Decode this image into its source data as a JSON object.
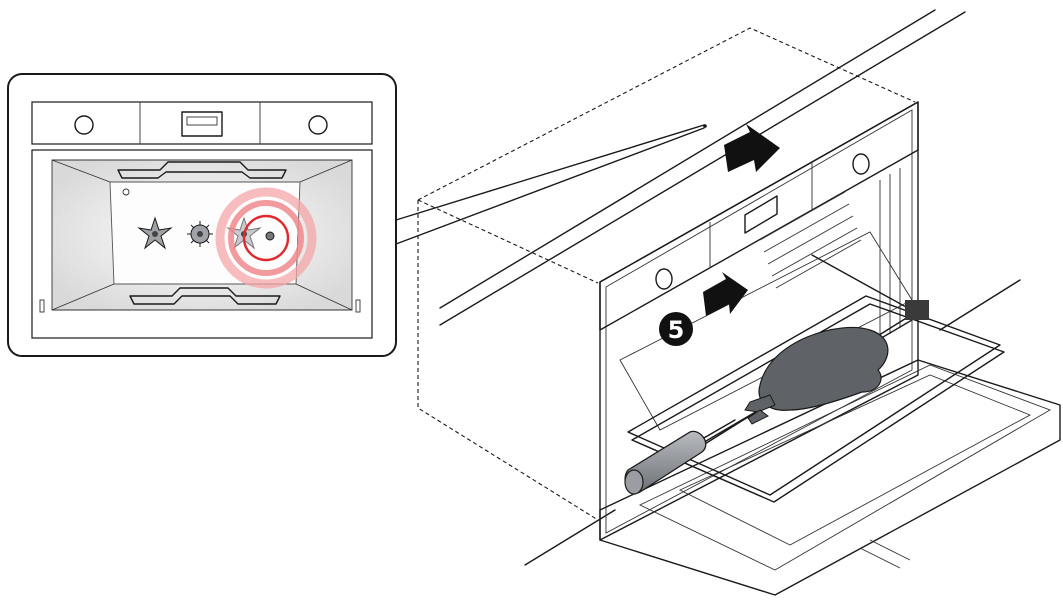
{
  "step": {
    "number": "5"
  },
  "colors": {
    "highlight": "#e0282e",
    "highlight_glow": "#f4a5a8",
    "ink": "#1a1a1a",
    "chicken": "#5f6266",
    "handle": "#8a8d91",
    "badge": "#111111"
  },
  "icons": [
    "arrow-right-icon",
    "step-number-badge",
    "detail-callout",
    "fan-icon",
    "rotisserie-socket-highlight"
  ]
}
